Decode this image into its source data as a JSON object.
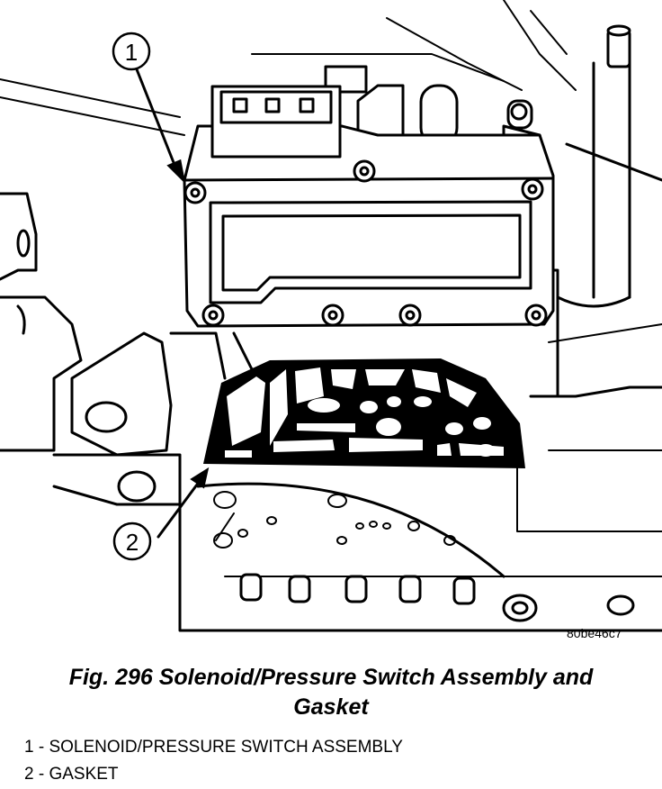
{
  "figure": {
    "caption_line1": "Fig. 296 Solenoid/Pressure Switch Assembly and",
    "caption_line2": "Gasket",
    "image_code": "80be46c7"
  },
  "callouts": [
    {
      "number": "1"
    },
    {
      "number": "2"
    }
  ],
  "legend": [
    {
      "text": "1 - SOLENOID/PRESSURE SWITCH ASSEMBLY"
    },
    {
      "text": "2 - GASKET"
    }
  ]
}
